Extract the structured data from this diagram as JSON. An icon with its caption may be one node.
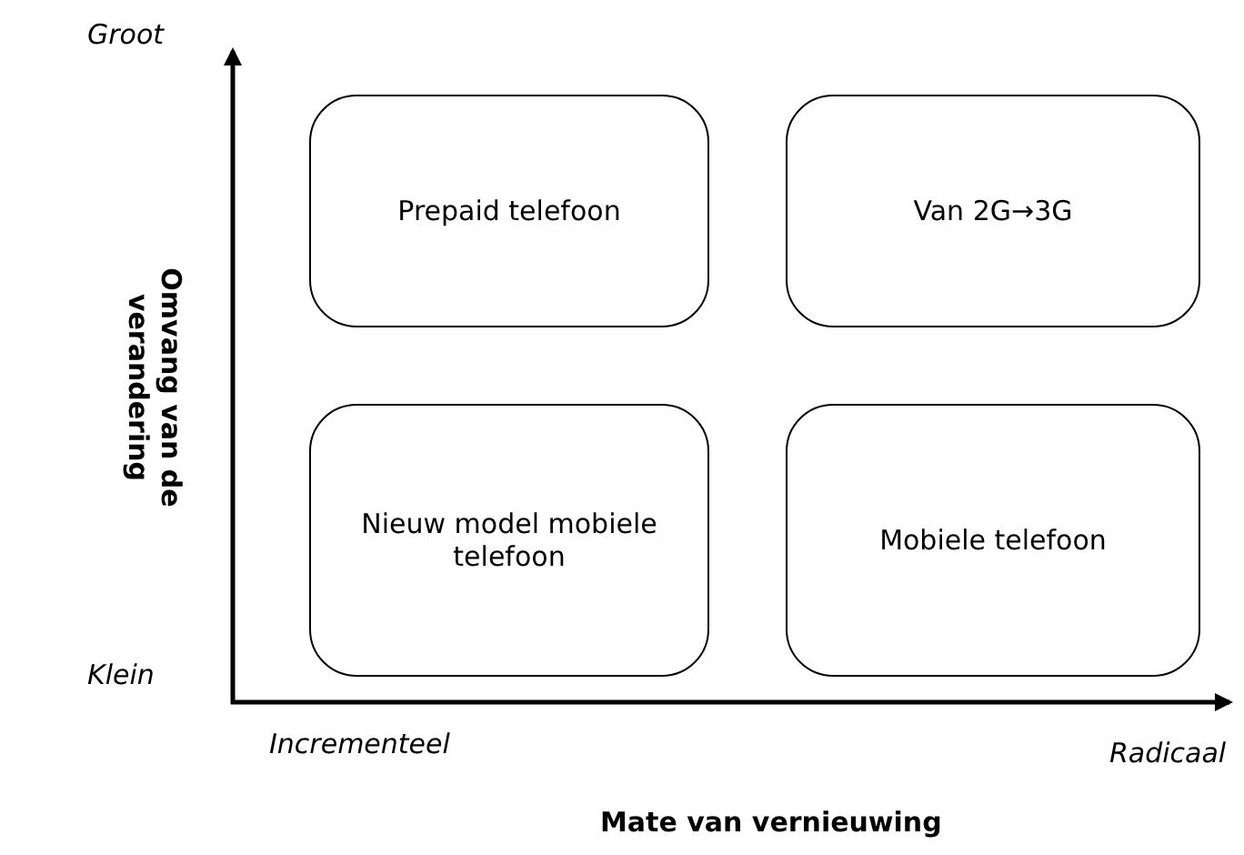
{
  "diagram": {
    "nodes": [
      {
        "text": [
          "Prepaid telefoon"
        ]
      },
      {
        "text": [
          "Van 2G→3G"
        ]
      },
      {
        "text": [
          "Nieuw model mobiele telefoon"
        ]
      },
      {
        "text": [
          "Mobiele telefoon"
        ]
      }
    ],
    "labels": [
      "Groot",
      "Omvang van de verandering",
      "Klein",
      "Incrementeel",
      "Radicaal",
      "Mate van vernieuwing"
    ]
  }
}
